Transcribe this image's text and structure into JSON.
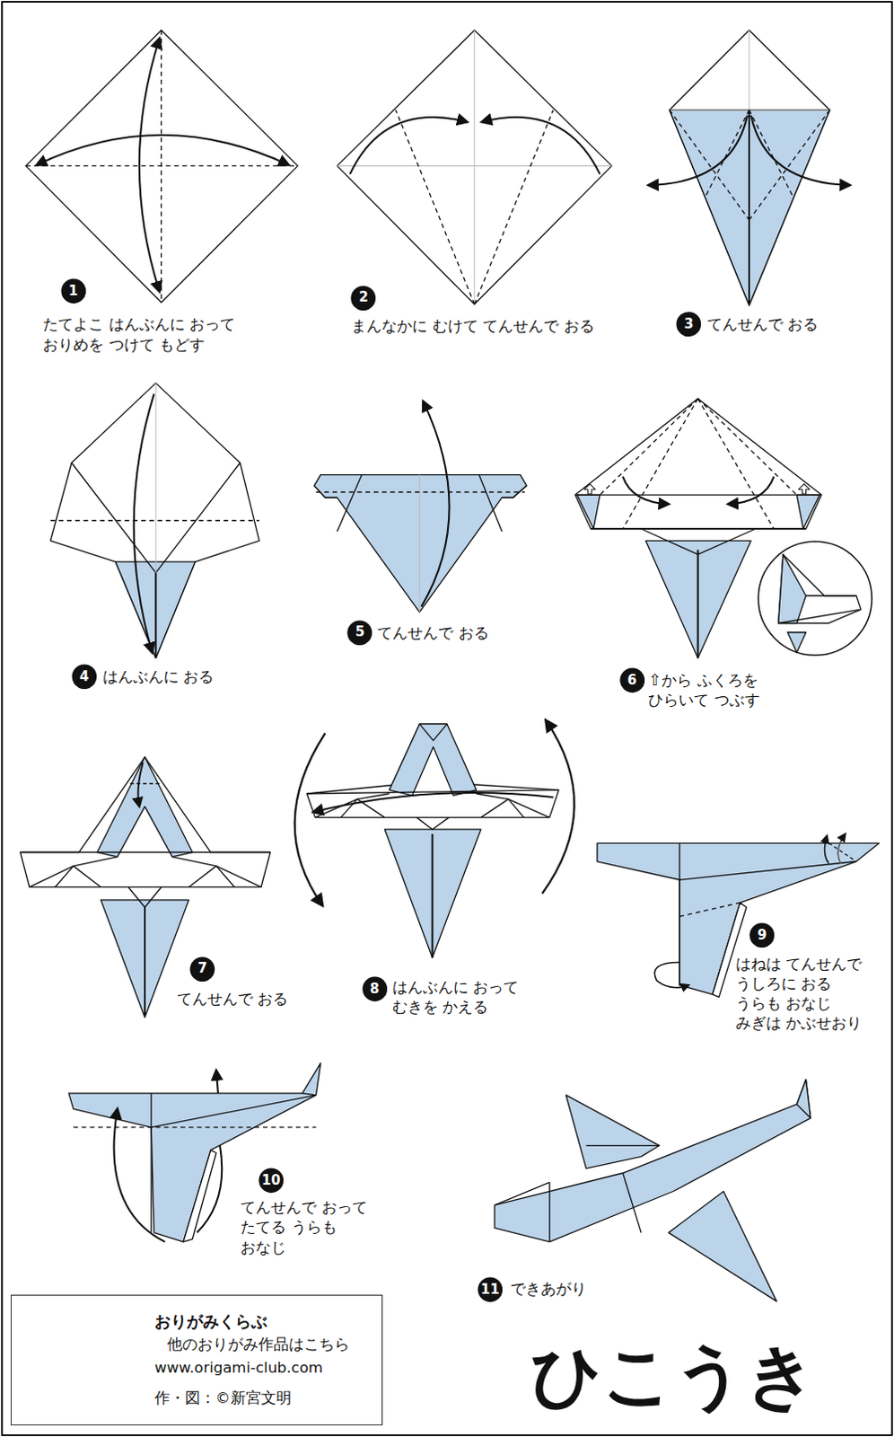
{
  "diagram": {
    "title": "ひこうき",
    "nodes": [
      {
        "text": [
          "1"
        ]
      },
      {
        "text": [
          "2"
        ]
      },
      {
        "text": [
          "3"
        ]
      },
      {
        "text": [
          "4"
        ]
      },
      {
        "text": [
          "5"
        ]
      },
      {
        "text": [
          "6"
        ]
      },
      {
        "text": [
          "7"
        ]
      },
      {
        "text": [
          "8"
        ]
      },
      {
        "text": [
          "9"
        ]
      },
      {
        "text": [
          "10"
        ]
      },
      {
        "text": [
          "11"
        ]
      },
      {
        "text": [
          "おりがみくらぶ",
          "他のおりがみ作品はこちら",
          "www.origami-club.com",
          "作・図：©新宮文明"
        ]
      }
    ],
    "labels": [
      "たてよこ はんぶんに おって おりめを つけて もどす",
      "まんなかに むけて てんせんで おる",
      "てんせんで おる",
      "はんぶんに おる",
      "てんせんで おる",
      "⇧から ふくろを ひらいて つぶす",
      "てんせんで おる",
      "はんぶんに おって むきを かえる",
      "はねは てんせんで うしろに おる うらも おなじ みぎは かぶせおり",
      "てんせんで おって たてる うらも おなじ",
      "できあがり"
    ]
  }
}
